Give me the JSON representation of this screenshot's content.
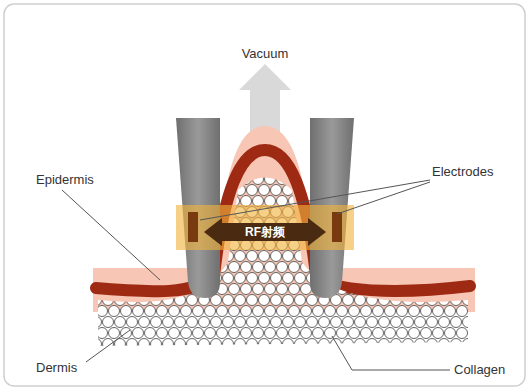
{
  "diagram": {
    "labels": [
      "Vacuum",
      "Epidermis",
      "Electrodes",
      "RF射频",
      "Dermis",
      "Collagen"
    ]
  }
}
